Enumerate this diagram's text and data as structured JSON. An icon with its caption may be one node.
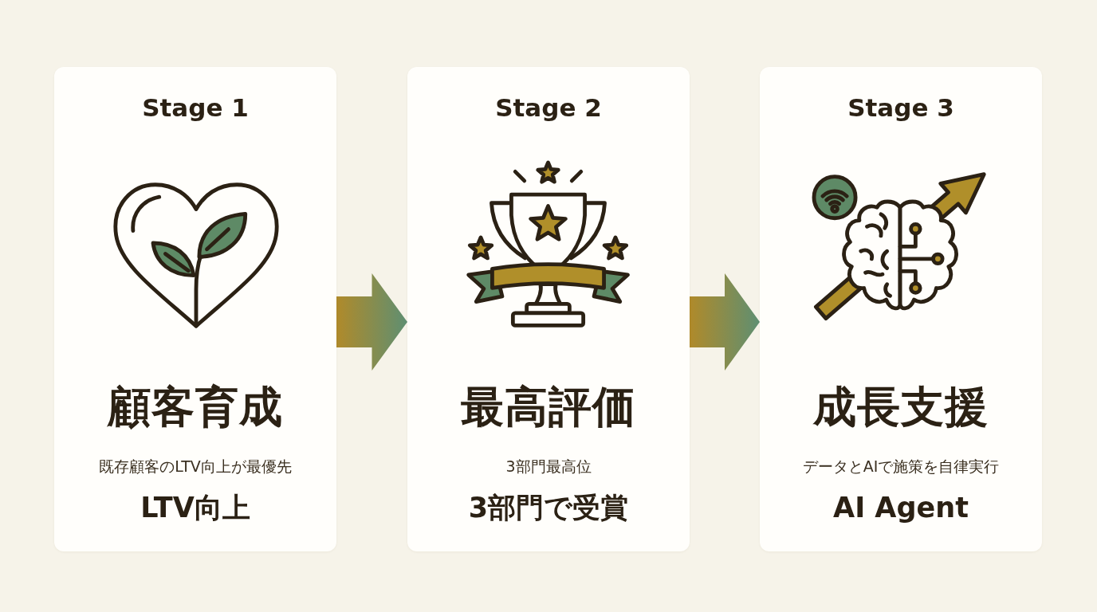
{
  "diagram": {
    "nodes": [
      {
        "text": [
          "Stage 1",
          "顧客育成",
          "既存顧客のLTV向上が最優先",
          "LTV向上"
        ]
      },
      {
        "text": [
          "Stage 2",
          "最高評価",
          "3部門最高位",
          "3部門で受賞"
        ]
      },
      {
        "text": [
          "Stage 3",
          "成長支援",
          "データとAIで施策を自律実行",
          "AI Agent"
        ]
      }
    ],
    "edges": [
      {
        "from": 0,
        "to": 1,
        "arrow": "to"
      },
      {
        "from": 1,
        "to": 2,
        "arrow": "to"
      }
    ]
  }
}
